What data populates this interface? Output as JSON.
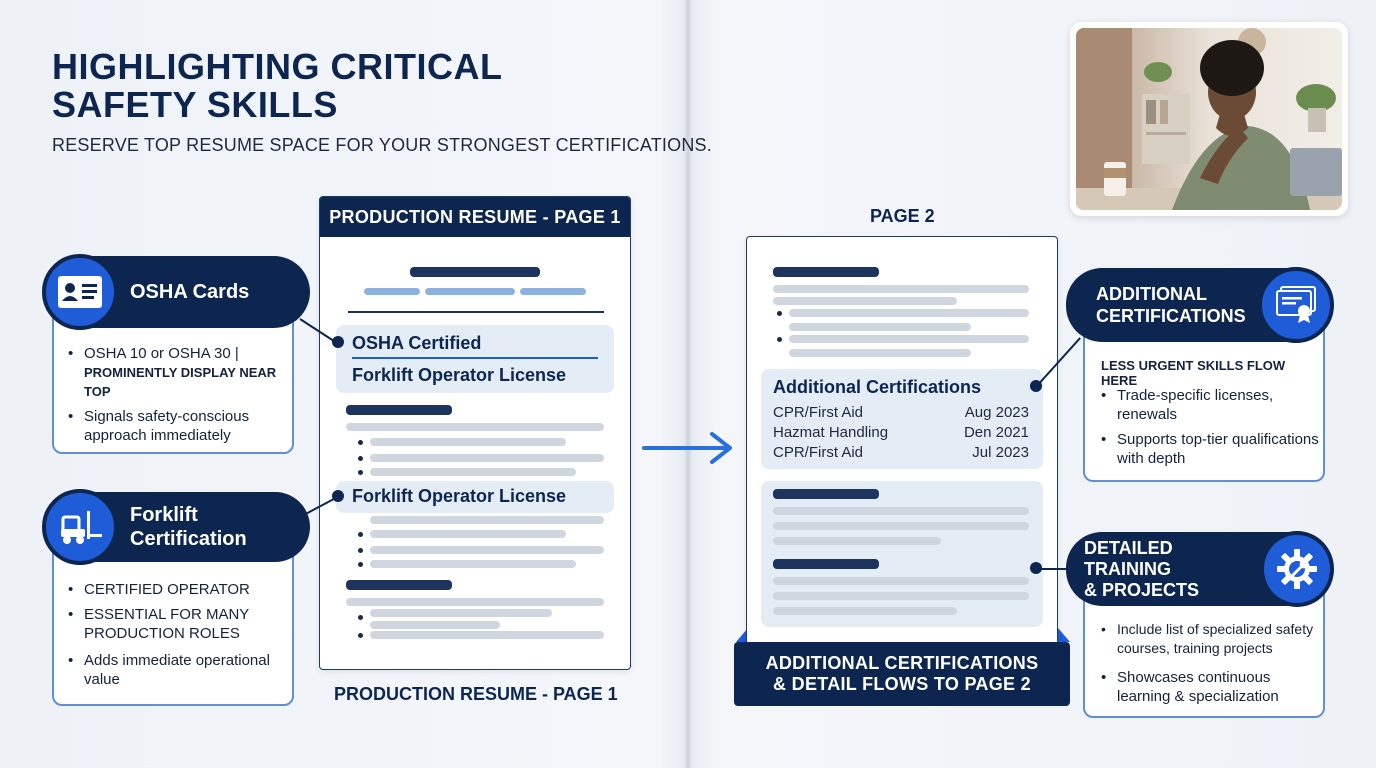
{
  "header": {
    "title_line1": "HIGHLIGHTING CRITICAL",
    "title_line2": "SAFETY SKILLS",
    "subtitle": "RESERVE TOP RESUME SPACE FOR YOUR STRONGEST CERTIFICATIONS."
  },
  "osha_card": {
    "label": "OSHA Cards",
    "icon": "id-card-icon",
    "bullet1_main": "OSHA 10 or OSHA 30 |",
    "bullet1_caps": "PROMINENTLY DISPLAY NEAR TOP",
    "bullet2": "Signals safety-conscious approach immediately"
  },
  "forklift_card": {
    "label_line1": "Forklift",
    "label_line2": "Certification",
    "icon": "forklift-icon",
    "bullet1": "CERTIFIED OPERATOR",
    "bullet2": "ESSENTIAL FOR MANY PRODUCTION ROLES",
    "bullet3": "Adds immediate operational value"
  },
  "page1": {
    "header": "PRODUCTION RESUME - PAGE 1",
    "highlight1": "OSHA Certified",
    "highlight2": "Forklift Operator License",
    "highlight3": "Forklift Operator License",
    "caption": "PRODUCTION RESUME - PAGE 1"
  },
  "page2": {
    "caption": "PAGE 2",
    "cert_title": "Additional Certifications",
    "certs": [
      {
        "name": "CPR/First Aid",
        "date": "Aug 2023"
      },
      {
        "name": "Hazmat Handling",
        "date": "Den 2021"
      },
      {
        "name": "CPR/First Aid",
        "date": "Jul 2023"
      }
    ],
    "banner_line1": "ADDITIONAL CERTIFICATIONS",
    "banner_line2": "& DETAIL FLOWS TO PAGE 2"
  },
  "additional_card": {
    "label_line1": "ADDITIONAL",
    "label_line2": "CERTIFICATIONS",
    "icon": "certificate-icon",
    "intro": "LESS URGENT SKILLS FLOW HERE",
    "bullet1": "Trade-specific licenses, renewals",
    "bullet2": "Supports top-tier qualifications with depth"
  },
  "training_card": {
    "label_line1": "DETAILED TRAINING",
    "label_line2": "& PROJECTS",
    "icon": "gear-wrench-icon",
    "bullet1": "Include list of specialized safety courses, training projects",
    "bullet2": "Showcases continuous learning & specialization"
  },
  "photo": {
    "icon": "person-photo-icon"
  },
  "colors": {
    "navy": "#0d2650",
    "accent_blue": "#1e5cd8",
    "card_border": "#5f8fd6",
    "arrow_blue": "#2a6fe0"
  }
}
